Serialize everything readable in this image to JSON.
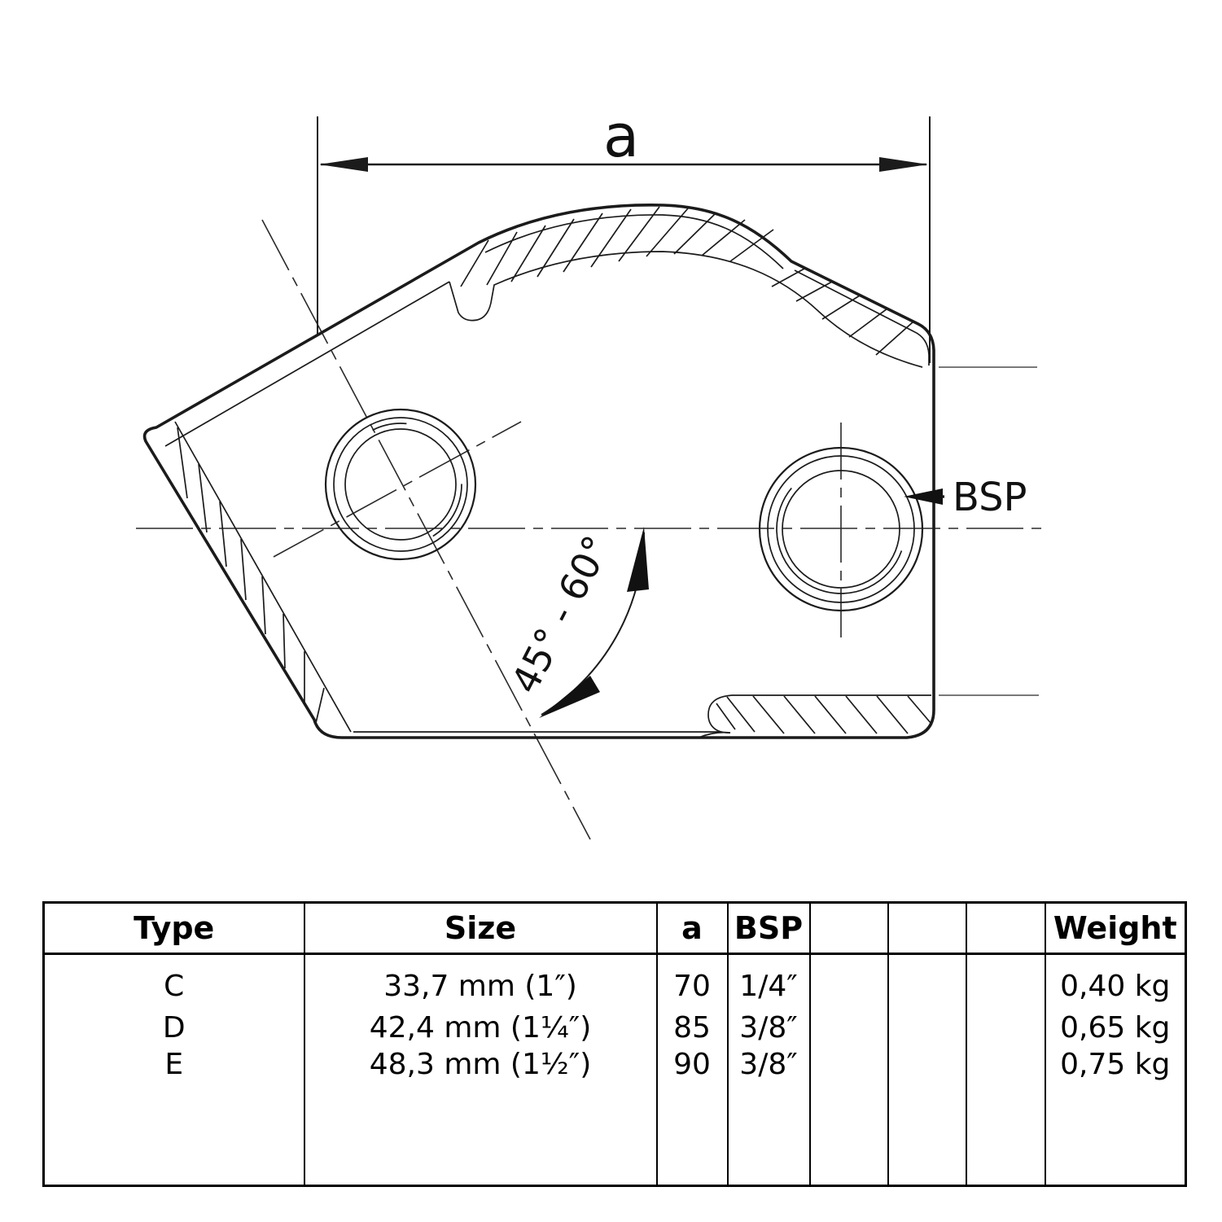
{
  "drawing": {
    "dim_label": "a",
    "bsp_label": "BSP",
    "angle_label": "45° - 60°"
  },
  "table": {
    "headers": [
      "Type",
      "Size",
      "a",
      "BSP",
      "",
      "",
      "",
      "Weight"
    ],
    "rows": [
      {
        "type": "C",
        "size": "33,7 mm (1″)",
        "a": "70",
        "bsp": "1/4″",
        "weight": "0,40 kg"
      },
      {
        "type": "D",
        "size": "42,4 mm (1¼″)",
        "a": "85",
        "bsp": "3/8″",
        "weight": "0,65 kg"
      },
      {
        "type": "E",
        "size": "48,3 mm (1½″)",
        "a": "90",
        "bsp": "3/8″",
        "weight": "0,75 kg"
      }
    ]
  }
}
